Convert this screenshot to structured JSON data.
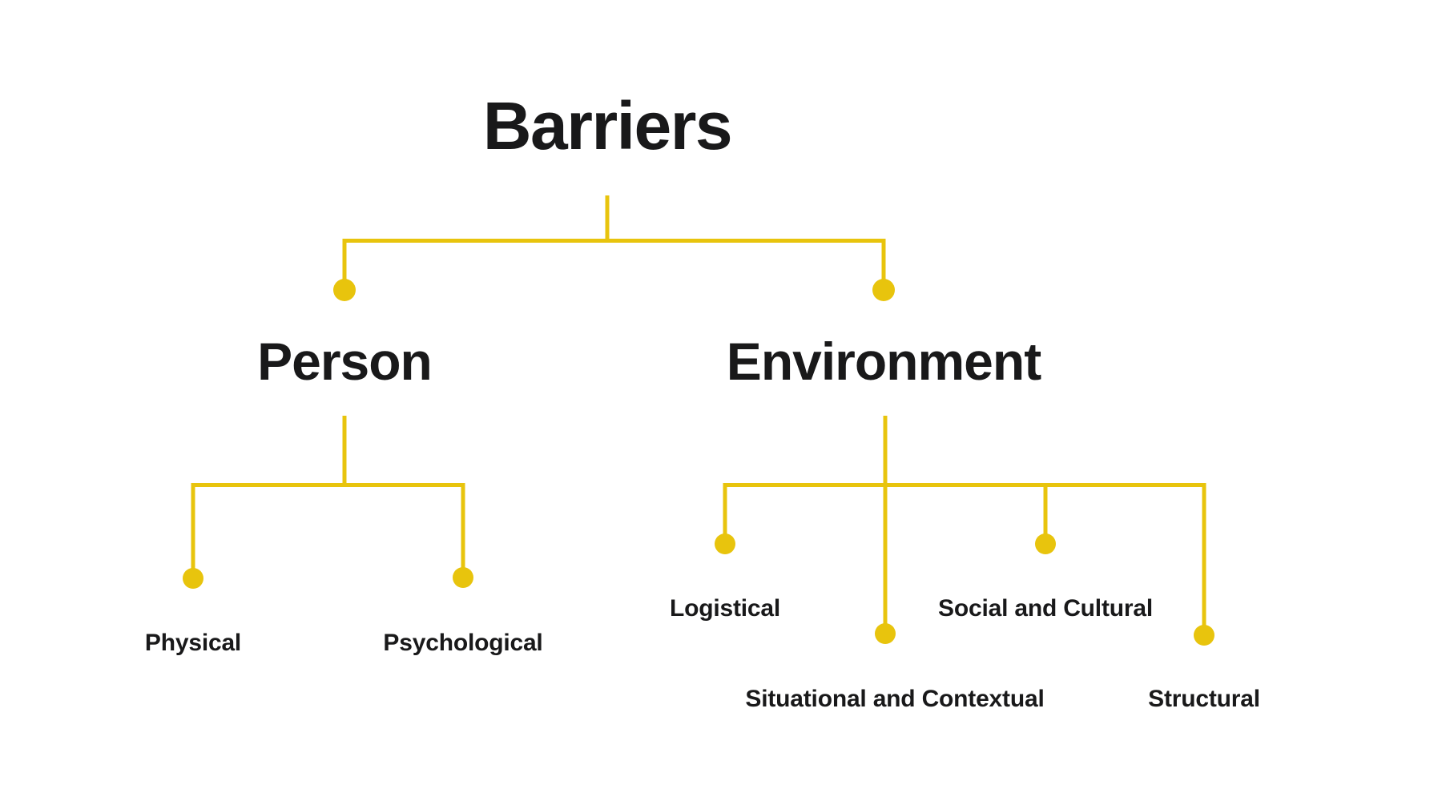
{
  "diagram": {
    "type": "tree",
    "title": "Barriers",
    "background_color": "#FFFFFF",
    "connector_color": "#E8C40D",
    "node_dot_color": "#E8C40D",
    "text_color": "#19191A",
    "levels": 3,
    "root": {
      "label": "Barriers",
      "level": 0
    },
    "branches": [
      {
        "id": "person",
        "label": "Person",
        "level": 1,
        "children": [
          {
            "id": "physical",
            "label": "Physical",
            "level": 2
          },
          {
            "id": "psychological",
            "label": "Psychological",
            "level": 2
          }
        ]
      },
      {
        "id": "environment",
        "label": "Environment",
        "level": 1,
        "children": [
          {
            "id": "logistical",
            "label": "Logistical",
            "level": 2
          },
          {
            "id": "situational-and-contextual",
            "label": "Situational and Contextual",
            "level": 2
          },
          {
            "id": "social-and-cultural",
            "label": "Social and Cultural",
            "level": 2
          },
          {
            "id": "structural",
            "label": "Structural",
            "level": 2
          }
        ]
      }
    ],
    "leaf_labels_flat": [
      "Physical",
      "Psychological",
      "Logistical",
      "Situational and Contextual",
      "Social and Cultural",
      "Structural"
    ]
  }
}
